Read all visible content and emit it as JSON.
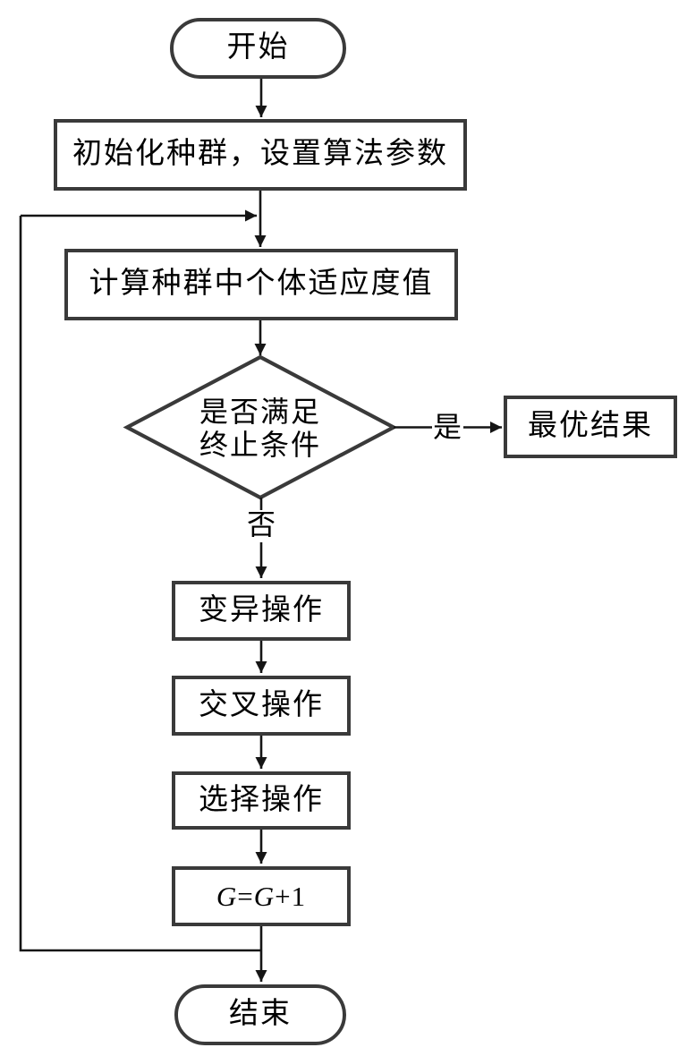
{
  "flowchart": {
    "nodes": {
      "start": {
        "label": "开始",
        "shape": "terminator"
      },
      "init": {
        "label": "初始化种群，设置算法参数",
        "shape": "process"
      },
      "fitness": {
        "label": "计算种群中个体适应度值",
        "shape": "process"
      },
      "decision": {
        "line1": "是否满足",
        "line2": "终止条件",
        "shape": "decision"
      },
      "best": {
        "label": "最优结果",
        "shape": "process"
      },
      "mutation": {
        "label": "变异操作",
        "shape": "process"
      },
      "crossover": {
        "label": "交叉操作",
        "shape": "process"
      },
      "selection": {
        "label": "选择操作",
        "shape": "process"
      },
      "increment": {
        "g": "G",
        "op_equals": "=",
        "op_plus": "+",
        "one": "1",
        "shape": "process"
      },
      "end": {
        "label": "结束",
        "shape": "terminator"
      }
    },
    "edge_labels": {
      "yes": "是",
      "no": "否"
    },
    "colors": {
      "line": "#151515",
      "node_border": "#3a3a3a",
      "background": "#ffffff",
      "text": "#000000"
    }
  }
}
